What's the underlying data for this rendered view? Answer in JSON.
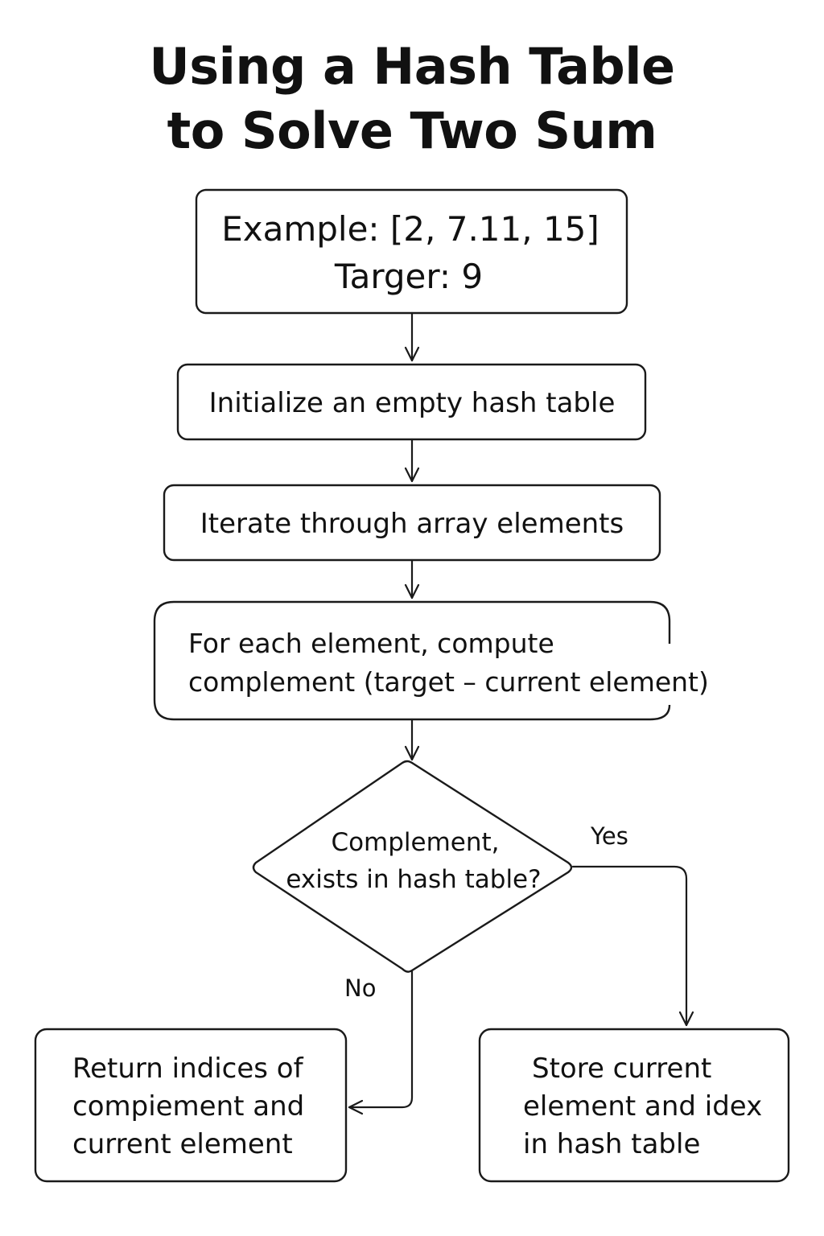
{
  "title": {
    "line1": "Using a Hash Table",
    "line2": "to Solve Two Sum"
  },
  "nodes": {
    "example": {
      "line1": "Example: [2, 7.11, 15]",
      "line2": "Targer: 9"
    },
    "init": {
      "text": "Initialize an empty hash table"
    },
    "iterate": {
      "text": "Iterate through array elements"
    },
    "compute": {
      "line1": "For each element, compute",
      "line2": "complement (target – current element)"
    },
    "decision": {
      "line1": "Complement,",
      "line2": "exists in hash table?"
    },
    "return": {
      "line1": "Return indices of",
      "line2": "compiement and",
      "line3": "current element"
    },
    "store": {
      "line1": "Store current",
      "line2": "element and idex",
      "line3": "in hash table"
    }
  },
  "edges": {
    "yes_label": "Yes",
    "no_label": "No"
  }
}
